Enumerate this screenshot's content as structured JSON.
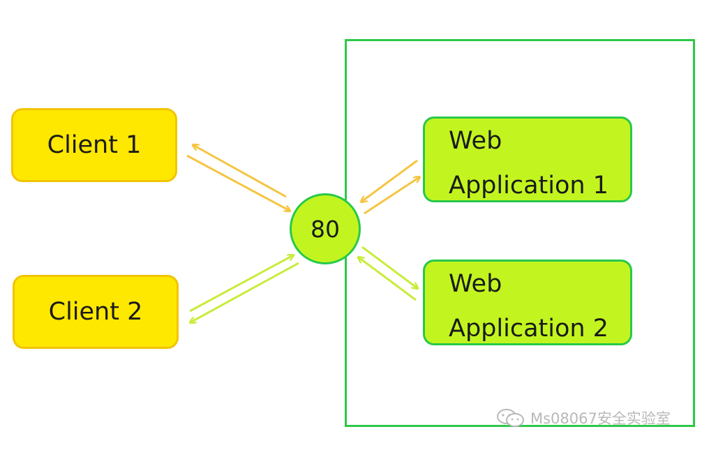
{
  "nodes": {
    "client1": "Client 1",
    "client2": "Client 2",
    "port": "80",
    "webapp1": [
      "Web",
      "Application 1"
    ],
    "webapp2": [
      "Web",
      "Application 2"
    ]
  },
  "watermark": {
    "text": "Ms08067安全实验室",
    "icon": "wechat-icon"
  },
  "colors": {
    "client_fill": "#ffe800",
    "client_border": "#f2c400",
    "app_fill": "#c2f51f",
    "app_border": "#28c84a",
    "frame": "#2dc84a",
    "arrow_orange": "#f5c542",
    "arrow_green": "#c8ec3c"
  }
}
